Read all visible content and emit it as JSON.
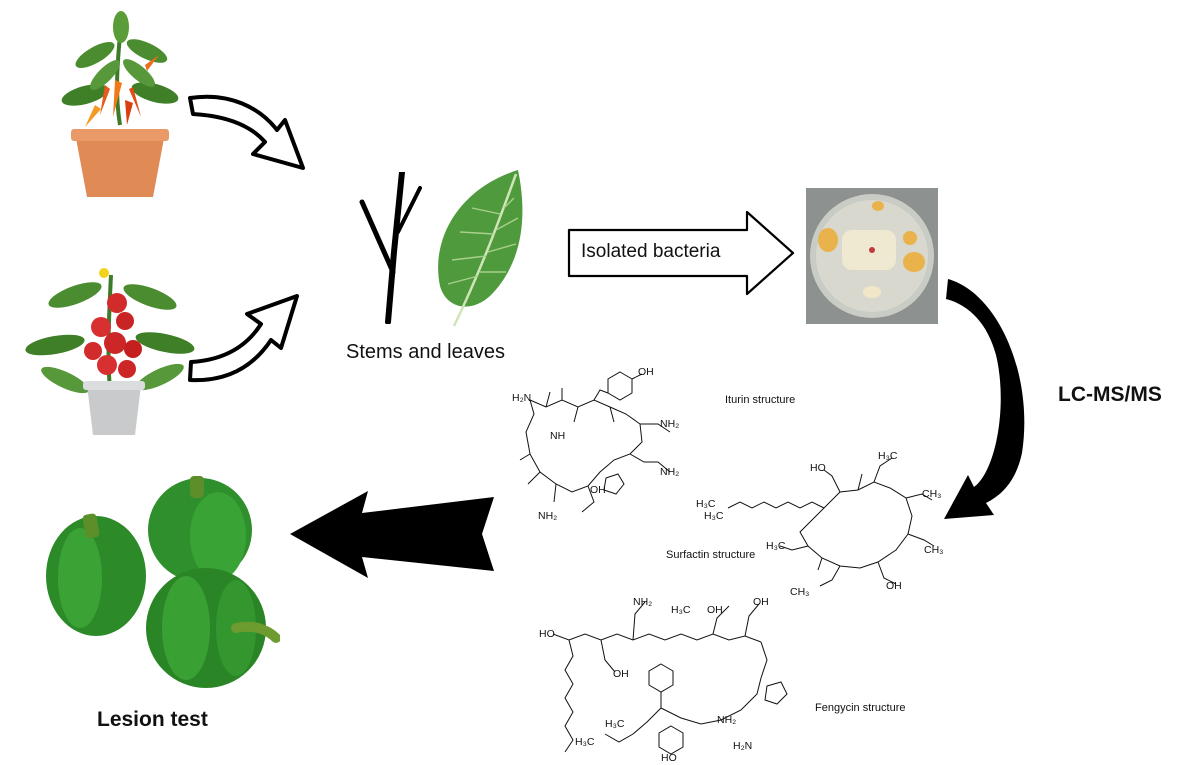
{
  "labels": {
    "stems_and_leaves": "Stems and leaves",
    "isolated_bacteria": "Isolated bacteria",
    "lc_ms": "LC-MS/MS",
    "lesion_test": "Lesion test",
    "iturin": "Iturin structure",
    "surfactin": "Surfactin structure",
    "fengycin": "Fengycin structure"
  },
  "colors": {
    "arrow_black": "#000000",
    "leaf_green": "#4f9a3c",
    "pepper_green": "#2f8f2c",
    "tomato_red": "#d22b2b",
    "pot_orange": "#e08a55",
    "agar": "#e8e3c9",
    "colony_yellow": "#e9b24a"
  }
}
